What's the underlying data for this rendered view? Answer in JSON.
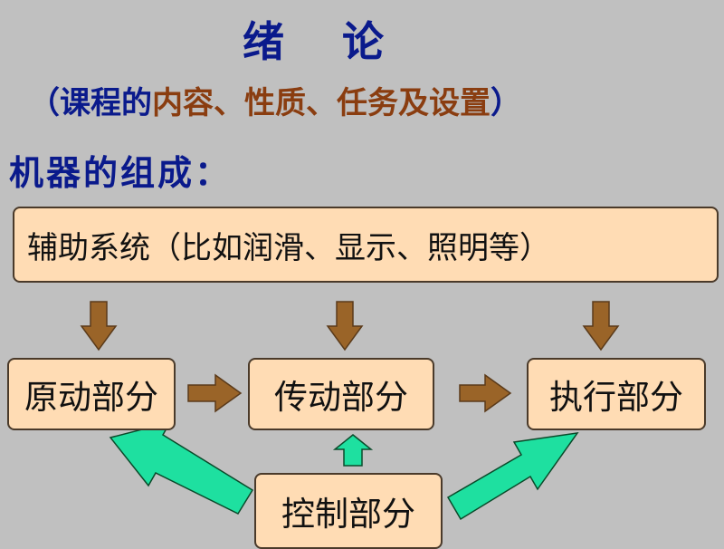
{
  "title": "绪 论",
  "subtitle": {
    "open": "（课程的",
    "highlight": "内容、性质、任务及设置",
    "close": "）"
  },
  "heading": "机器的组成：",
  "boxes": {
    "auxiliary": "辅助系统（比如润滑、显示、照明等）",
    "prime_mover": "原动部分",
    "transmission": "传动部分",
    "actuator": "执行部分",
    "control": "控制部分"
  },
  "colors": {
    "background": "#c0c0c0",
    "title_blue": "#0a1a8c",
    "subtitle_brown": "#8a3d10",
    "box_fill": "#ffdcb4",
    "brown_arrow": "#9a6428",
    "green_arrow": "#1ee0a0"
  }
}
